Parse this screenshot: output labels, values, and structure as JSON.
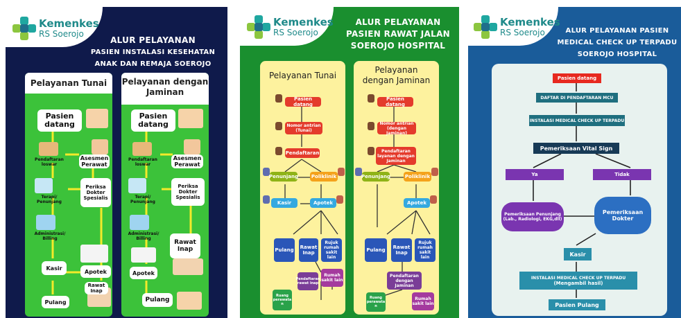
{
  "panel1": {
    "brand": {
      "name": "Kemenkes",
      "sub": "RS Soerojo"
    },
    "title_lines": [
      "ALUR PELAYANAN",
      "PASIEN INSTALASI KESEHATAN",
      "ANAK DAN REMAJA SOEROJO HOSPITAL"
    ],
    "left": {
      "heading": "Pelayanan Tunai",
      "start": "Pasien datang",
      "registration": "Pendaftaran loswar",
      "assessment": "Asesmen Perawat",
      "therapy": "Terapi/ Penunjang",
      "specialist": "Periksa Dokter Spesialis",
      "admin": "Administrasi/ Billing",
      "cashier": "Kasir",
      "pharmacy": "Apotek",
      "inpatient": "Rawat Inap",
      "home": "Pulang"
    },
    "right": {
      "heading": "Pelayanan dengan Jaminan",
      "start": "Pasien datang",
      "registration": "Pendaftaran loswar",
      "assessment": "Asesmen Perawat",
      "therapy": "Terapi/ Penunjang",
      "specialist": "Periksa Dokter Spesialis",
      "admin": "Administrasi/ Billing",
      "inpatient": "Rawat Inap",
      "pharmacy": "Apotek",
      "home": "Pulang"
    }
  },
  "panel2": {
    "brand": {
      "name": "Kemenkes",
      "sub": "RS Soerojo"
    },
    "title_lines": [
      "ALUR PELAYANAN",
      "PASIEN RAWAT JALAN",
      "SOEROJO HOSPITAL"
    ],
    "left": {
      "heading": "Pelayanan Tunai",
      "start": "Pasien datang",
      "queue": "Nomor antrian (Tunai)",
      "registration": "Pendaftaran",
      "support": "Penunjang",
      "clinic": "Poliklinik",
      "cashier": "Kasir",
      "pharmacy": "Apotek",
      "home": "Pulang",
      "inpatient": "Rawat Inap",
      "referral": "Rujuk rumah sakit lain",
      "inpatient_reg": "Pendaftaran rawat inap",
      "hospital": "Rumah sakit lain",
      "ward": "Ruang perawata n"
    },
    "right": {
      "heading": "Pelayanan dengan Jaminan",
      "start": "Pasien datang",
      "queue": "Nomor antrian (dengan Jaminan)",
      "registration": "Pendaftaran layanan dengan Jaminan",
      "support": "Penunjang",
      "clinic": "Poliklinik",
      "pharmacy": "Apotek",
      "home": "Pulang",
      "inpatient": "Rawat Inap",
      "referral": "Rujuk rumah sakit lain",
      "inpatient_reg": "Pendaftaran dengan Jaminan",
      "ward": "Ruang perawata n",
      "hospital": "Rumah sakit lain"
    }
  },
  "panel3": {
    "brand": {
      "name": "Kemenkes",
      "sub": "RS Soerojo"
    },
    "title_lines": [
      "ALUR PELAYANAN PASIEN",
      "MEDICAL CHECK UP TERPADU",
      "SOEROJO HOSPITAL"
    ],
    "start": "Pasien datang",
    "register": "DAFTAR DI PENDAFTARAN MCU",
    "install": "INSTALASI MEDICAL CHECK UP TERPADU",
    "vital": "Pemeriksaan Vital Sign",
    "yes": "Ya",
    "no": "Tidak",
    "support_exam": "Pemeriksaan Penunjang",
    "support_detail": "(Lab., Radiologi, EKG,dll)",
    "doctor_exam": "Pemeriksaan Dokter",
    "cashier": "Kasir",
    "results_title": "INSTALASI MEDICAL CHECK UP TERPADU",
    "results_sub": "(Mengambil hasil)",
    "finish": "Pasien Pulang"
  },
  "colors": {
    "p1_bg": "#0f1a4b",
    "p1_col": "#3cc23a",
    "p2_bg": "#1a8f2f",
    "p2_col": "#fdf29e",
    "p3_bg": "#1a5c9a",
    "p3_board": "#e8f2ef",
    "brand": "#1f8a8a",
    "accent_yellow": "#f2ea22"
  }
}
